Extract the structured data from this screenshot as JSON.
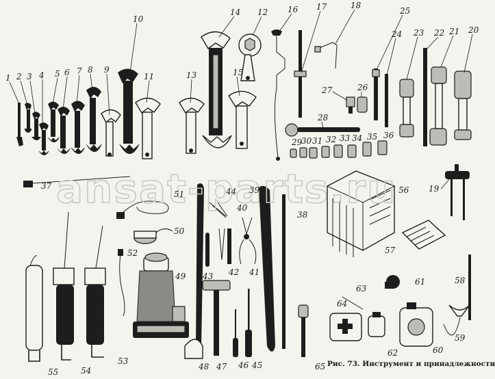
{
  "caption": "Рис. 73. Инструмент и принадлежности",
  "watermark": "ansat-parts.ru",
  "labels": [
    "1",
    "2",
    "3",
    "4",
    "5",
    "6",
    "7",
    "8",
    "9",
    "10",
    "11",
    "12",
    "13",
    "14",
    "15",
    "16",
    "17",
    "18",
    "19",
    "20",
    "21",
    "22",
    "23",
    "24",
    "25",
    "26",
    "27",
    "28",
    "29",
    "30",
    "31",
    "32",
    "33",
    "34",
    "35",
    "36",
    "37",
    "38",
    "39",
    "40",
    "41",
    "42",
    "43",
    "44",
    "45",
    "46",
    "47",
    "48",
    "49",
    "50",
    "51",
    "52",
    "53",
    "54",
    "55",
    "56",
    "57",
    "58",
    "59",
    "60",
    "61",
    "62",
    "63",
    "64",
    "65"
  ]
}
